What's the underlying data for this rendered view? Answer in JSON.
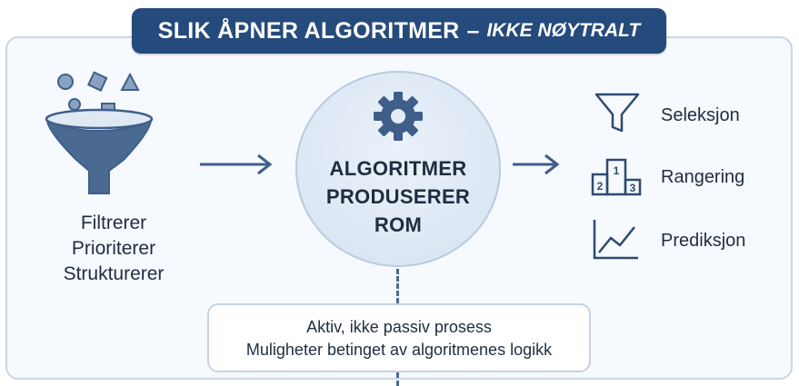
{
  "title": {
    "main": "SLIK ÅPNER ALGORITMER",
    "dash": "–",
    "sub": "IKKE NØYTRALT"
  },
  "funnel": {
    "labels": [
      "Filtrerer",
      "Prioriterer",
      "Strukturerer"
    ]
  },
  "center": {
    "lines": [
      "ALGORITMER",
      "PRODUSERER",
      "ROM"
    ]
  },
  "note": {
    "lines": [
      "Aktiv, ikke passiv prosess",
      "Muligheter betinget av algoritmenes logikk"
    ]
  },
  "outputs": [
    {
      "icon": "filter-icon",
      "label": "Seleksjon"
    },
    {
      "icon": "podium-icon",
      "label": "Rangering",
      "podium_numbers": [
        "1",
        "2",
        "3"
      ]
    },
    {
      "icon": "line-chart-icon",
      "label": "Prediksjon"
    }
  ],
  "colors": {
    "navy": "#254a7c",
    "icon_blue": "#3f5f8a",
    "frame": "#c9d6e6",
    "text": "#1f2d3f"
  }
}
